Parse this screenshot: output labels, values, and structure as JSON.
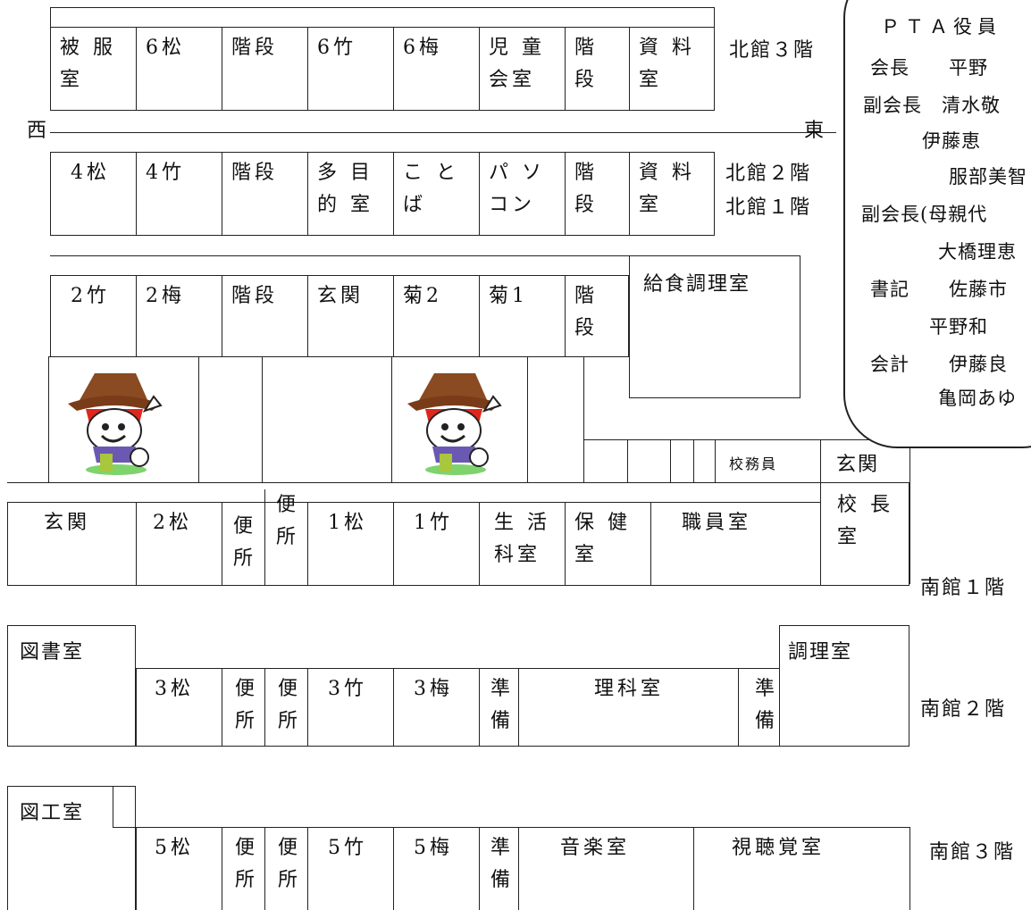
{
  "north3": {
    "rooms": [
      "被 服\n室",
      "6松",
      "階段",
      "6竹",
      "6梅",
      "児 童\n会室",
      "階\n段",
      "資 料\n室"
    ],
    "label": "北館３階"
  },
  "directions": {
    "west": "西",
    "east": "東"
  },
  "north2": {
    "rooms": [
      "4松",
      "4竹",
      "階段",
      "多 目\n的 室",
      "こ と\nば",
      "パ ソ\nコン",
      "階\n段",
      "資 料\n室"
    ],
    "label2": "北館２階",
    "label1": "北館１階"
  },
  "north1": {
    "rooms": [
      "2竹",
      "2梅",
      "階段",
      "玄関",
      "菊2",
      "菊1",
      "階\n段"
    ],
    "kitchen": "給食調理室",
    "janitor": "校務員",
    "entrance": "玄関"
  },
  "south1": {
    "rooms": [
      "玄関",
      "2松",
      "便\n所",
      "便\n所",
      "1松",
      "1竹",
      "生 活\n科室",
      "保 健\n室",
      "職員室",
      "校 長\n室"
    ],
    "label": "南館１階"
  },
  "south2": {
    "library": "図書室",
    "cooking": "調理室",
    "rooms": [
      "3松",
      "便\n所",
      "便\n所",
      "3竹",
      "3梅",
      "準\n備",
      "理科室",
      "準\n備"
    ],
    "label": "南館２階"
  },
  "south3": {
    "art": "図工室",
    "rooms": [
      "5松",
      "便\n所",
      "便\n所",
      "5竹",
      "5梅",
      "準\n備",
      "音楽室",
      "視聴覚室"
    ],
    "label": "南館３階"
  },
  "pta": {
    "title": "ＰＴＡ役員",
    "lines": [
      "会長　　平野",
      "副会長　清水敬",
      "　　　伊藤恵",
      "服部美智",
      "副会長(母親代",
      "大橋理恵",
      "書記　　佐藤市",
      "　　　平野和",
      "会計　　伊藤良",
      "亀岡あゆ"
    ]
  },
  "mascot": {
    "name": "mascot-character"
  }
}
